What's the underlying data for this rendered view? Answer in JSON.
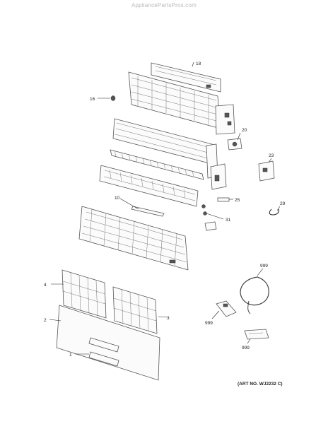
{
  "watermark": "AppliancePartsPros.com",
  "art_number": "(ART NO. WJ2232 C)",
  "callouts": {
    "p18": "18",
    "p16": "16",
    "p20": "20",
    "p23": "23",
    "p10": "10",
    "p25": "25",
    "p29": "29",
    "p31": "31",
    "p4": "4",
    "p3": "3",
    "p2": "2",
    "p1": "1",
    "p999_harness": "999",
    "p999_remote": "999",
    "p999_holder": "999"
  }
}
